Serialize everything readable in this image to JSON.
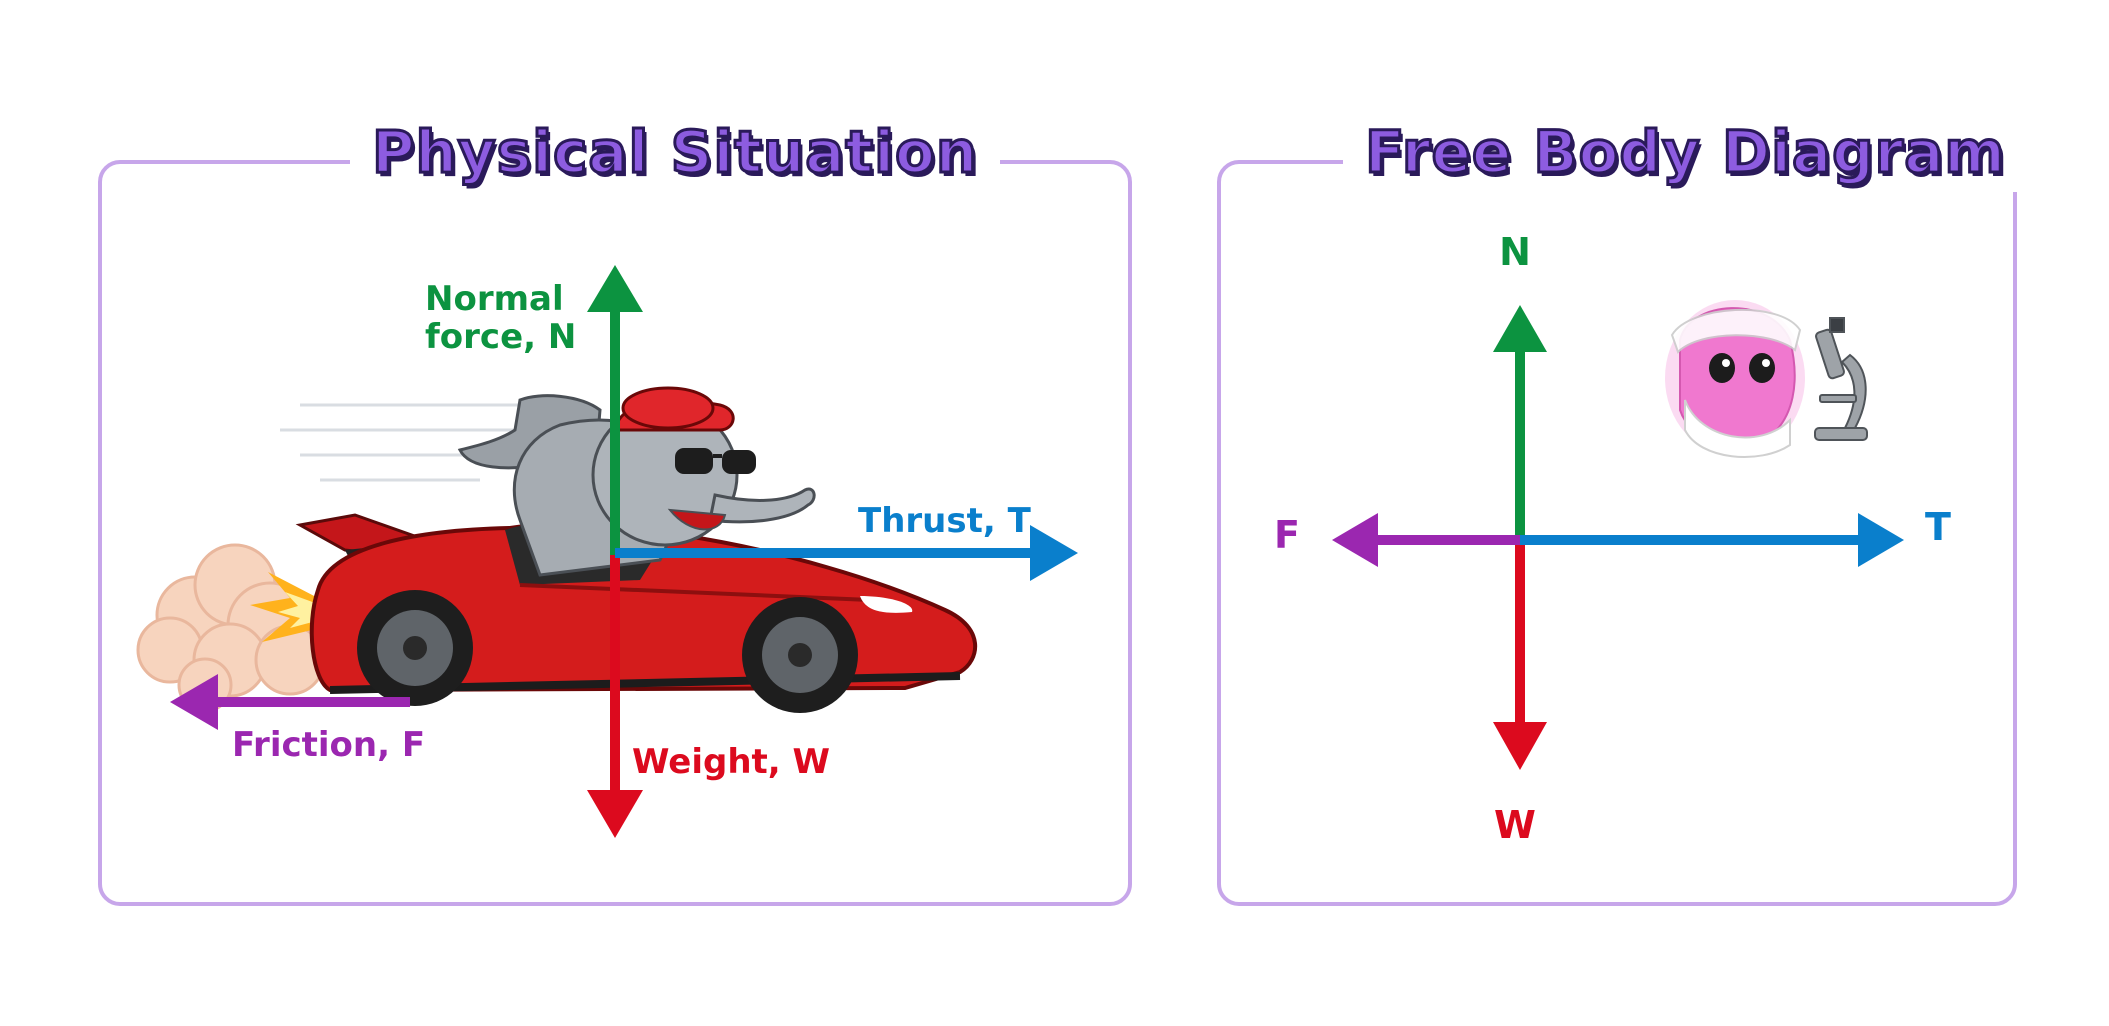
{
  "titles": {
    "physical": "Physical Situation",
    "free_body": "Free Body Diagram"
  },
  "physical": {
    "normal_line1": "Normal",
    "normal_line2": "force, N",
    "thrust": "Thrust, T",
    "friction": "Friction, F",
    "weight": "Weight, W"
  },
  "fbd": {
    "n": "N",
    "t": "T",
    "f": "F",
    "w": "W"
  },
  "colors": {
    "normal": "#0c9340",
    "thrust": "#0a7fcc",
    "friction": "#9b27b0",
    "weight": "#dc0a1e",
    "frame": "#c7a6ea",
    "title_fill": "#8d5ce0",
    "title_stroke": "#2a1a5a",
    "car": "#d41c1c"
  },
  "icons": [
    "elephant-driver-icon",
    "red-sports-car-icon",
    "exhaust-smoke-icon",
    "scientist-mascot-icon",
    "microscope-icon"
  ]
}
